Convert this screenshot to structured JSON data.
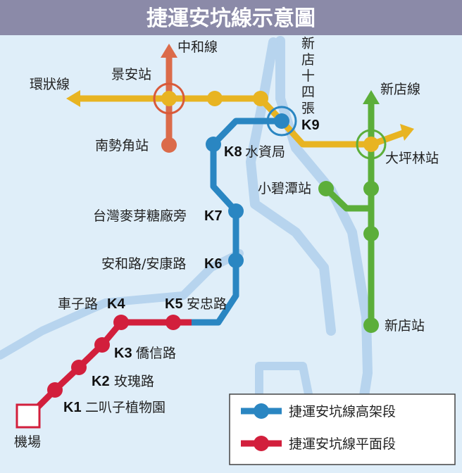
{
  "title": "捷運安坑線示意圖",
  "colors": {
    "title_bar": "#8b8aa8",
    "background": "#dfeef9",
    "river": "#b7d4ee",
    "circular_line": "#e8b422",
    "zhonghe_line": "#db6b4a",
    "xindian_line": "#5cae3a",
    "ankeng_elevated": "#2a86c2",
    "ankeng_ground": "#d21f3c",
    "transfer_ring_orange": "#d95a3a",
    "transfer_ring_blue": "#2a86c2",
    "transfer_ring_green": "#5cae3a"
  },
  "lines": {
    "zhonghe": "中和線",
    "circular": "環狀線",
    "xindian": "新店線"
  },
  "stations": {
    "jingan": "景安站",
    "nanshijiao": "南勢角站",
    "dapinglin": "大坪林站",
    "xiaobitan": "小碧潭站",
    "xindian": "新店站",
    "airport": "機場"
  },
  "k9": {
    "name": "新店十四張",
    "code": "K9"
  },
  "k8": {
    "name": "水資局",
    "code": "K8"
  },
  "k7": {
    "name": "台灣麥芽糖廠旁",
    "code": "K7"
  },
  "k6": {
    "name": "安和路/安康路",
    "code": "K6"
  },
  "k5": {
    "name": "安忠路",
    "code": "K5"
  },
  "k4": {
    "name": "車子路",
    "code": "K4"
  },
  "k3": {
    "name": "僑信路",
    "code": "K3"
  },
  "k2": {
    "name": "玫瑰路",
    "code": "K2"
  },
  "k1": {
    "name": "二叭子植物園",
    "code": "K1"
  },
  "legend": {
    "elevated": "捷運安坑線高架段",
    "ground": "捷運安坑線平面段"
  }
}
